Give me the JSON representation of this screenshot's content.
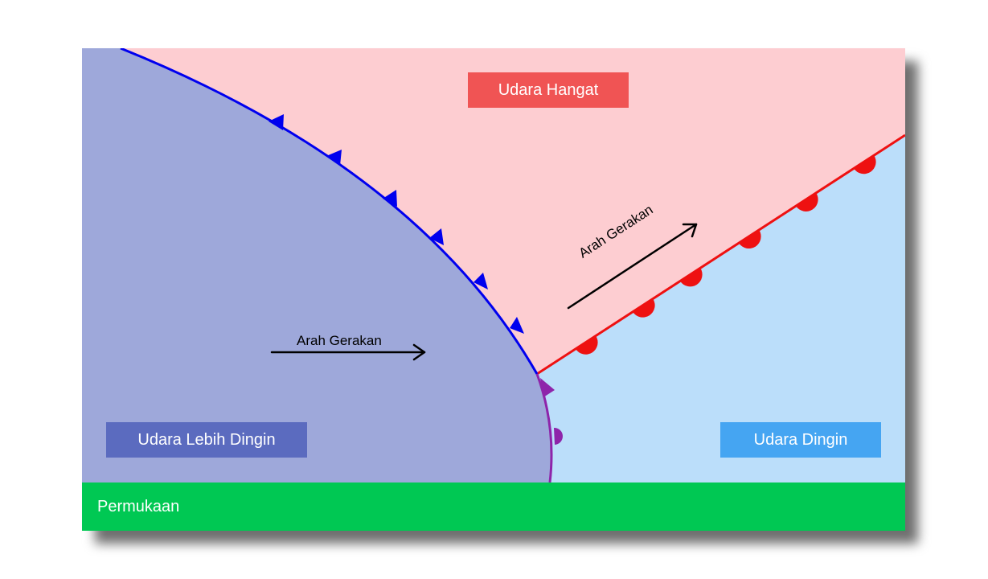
{
  "labels": {
    "warm_air": "Udara Hangat",
    "colder_air": "Udara Lebih Dingin",
    "cold_air": "Udara Dingin",
    "surface": "Permukaan"
  },
  "arrows": {
    "cold_front_direction": "Arah Gerakan",
    "warm_front_direction": "Arah Gerakan"
  },
  "colors": {
    "warm_air_bg": "#fdcdd1",
    "colder_air_bg": "#9ea8da",
    "cold_air_bg": "#bbdefa",
    "surface": "#00c853",
    "cold_front": "#0000ee",
    "warm_front": "#ee1111",
    "occluded_front": "#8e24aa"
  }
}
